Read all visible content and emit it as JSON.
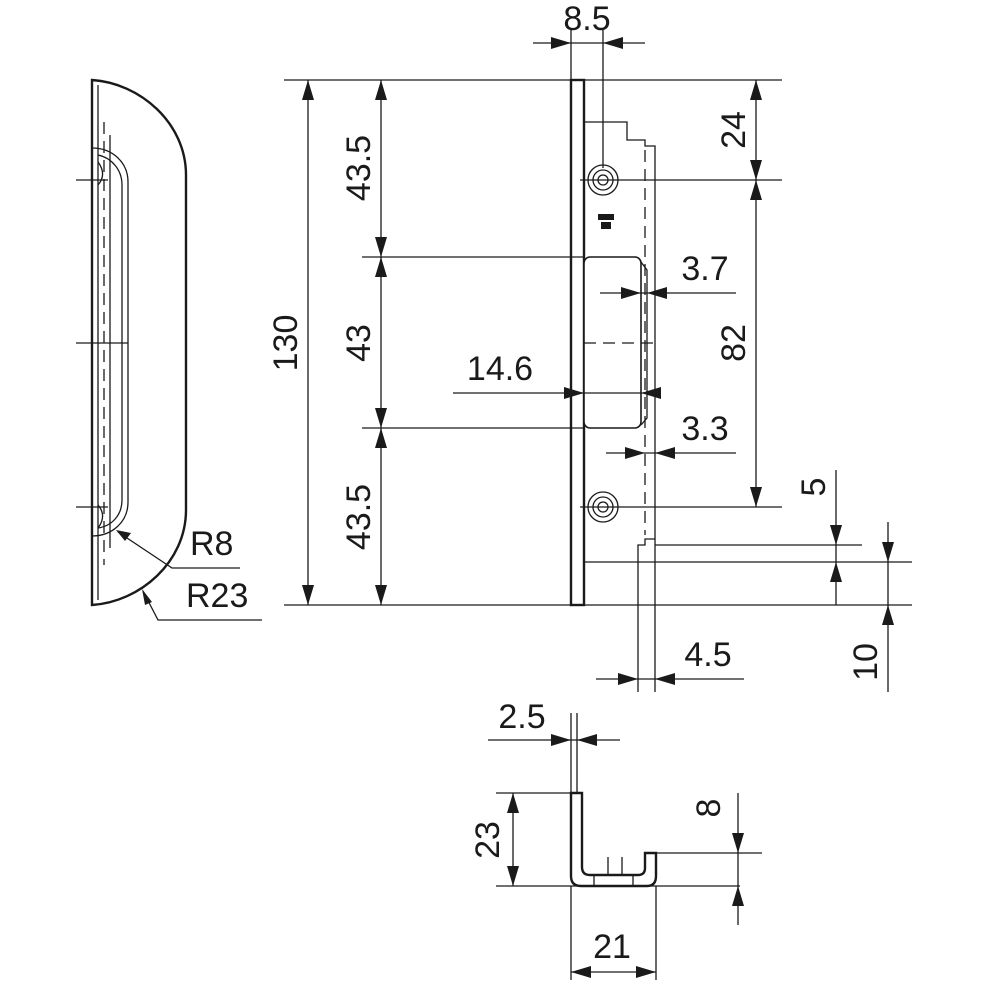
{
  "colors": {
    "line": "#1a1a1a",
    "background": "#ffffff"
  },
  "dimensions": {
    "d_8_5": "8.5",
    "d_24": "24",
    "d_43_5_top": "43.5",
    "d_43": "43",
    "d_43_5_bottom": "43.5",
    "d_130": "130",
    "d_3_7": "3.7",
    "d_82": "82",
    "d_14_6": "14.6",
    "d_3_3": "3.3",
    "d_5": "5",
    "d_4_5": "4.5",
    "d_10": "10",
    "d_r8": "R8",
    "d_r23": "R23",
    "d_2_5": "2.5",
    "d_23": "23",
    "d_8": "8",
    "d_21": "21"
  }
}
